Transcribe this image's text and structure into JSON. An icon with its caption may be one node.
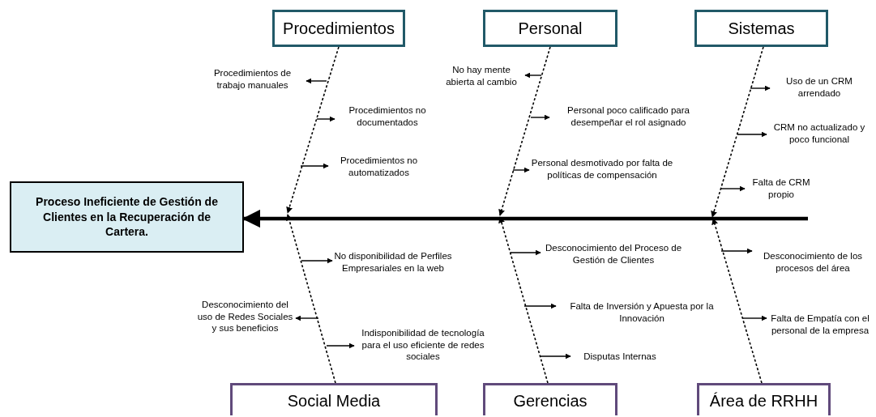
{
  "diagram": {
    "nodes": [
      {
        "text": [
          "Proceso Ineficiente de Gestión de Clientes en la Recuperación de Cartera."
        ]
      },
      {
        "text": [
          "Procedimientos"
        ]
      },
      {
        "text": [
          "Personal"
        ]
      },
      {
        "text": [
          "Sistemas"
        ]
      },
      {
        "text": [
          "Social Media"
        ]
      },
      {
        "text": [
          "Gerencias"
        ]
      },
      {
        "text": [
          "Área de RRHH"
        ]
      },
      {
        "text": [
          "Procedimientos de trabajo manuales"
        ]
      },
      {
        "text": [
          "Procedimientos no documentados"
        ]
      },
      {
        "text": [
          "Procedimientos no automatizados"
        ]
      },
      {
        "text": [
          "No hay mente abierta al cambio"
        ]
      },
      {
        "text": [
          "Personal poco calificado para desempeñar el rol asignado"
        ]
      },
      {
        "text": [
          "Personal desmotivado por falta de políticas de compensación"
        ]
      },
      {
        "text": [
          "Uso de un CRM arrendado"
        ]
      },
      {
        "text": [
          "CRM no actualizado y poco funcional"
        ]
      },
      {
        "text": [
          "Falta de CRM propio"
        ]
      },
      {
        "text": [
          "No disponibilidad de Perfiles Empresariales en la web"
        ]
      },
      {
        "text": [
          "Desconocimiento del uso de Redes Sociales y sus beneficios"
        ]
      },
      {
        "text": [
          "Indisponibilidad de tecnología para el uso eficiente de redes sociales"
        ]
      },
      {
        "text": [
          "Desconocimiento del Proceso de Gestión de Clientes"
        ]
      },
      {
        "text": [
          "Falta de Inversión y Apuesta por la Innovación"
        ]
      },
      {
        "text": [
          "Disputas Internas"
        ]
      },
      {
        "text": [
          "Desconocimiento de los procesos del área"
        ]
      },
      {
        "text": [
          "Falta de Empatía con el personal de la empresa"
        ]
      }
    ],
    "edges": [
      {
        "from": null,
        "to": 0,
        "arrow": "to",
        "style": "thick"
      },
      {
        "from": 1,
        "to": null,
        "arrow": "to",
        "style": "dashed"
      },
      {
        "from": 2,
        "to": null,
        "arrow": "to",
        "style": "dashed"
      },
      {
        "from": 3,
        "to": null,
        "arrow": "to",
        "style": "dashed"
      },
      {
        "from": 4,
        "to": null,
        "arrow": "to",
        "style": "dashed"
      },
      {
        "from": 5,
        "to": null,
        "arrow": "to",
        "style": "dashed"
      },
      {
        "from": 6,
        "to": null,
        "arrow": "to",
        "style": "dashed"
      },
      {
        "from": null,
        "to": 7,
        "arrow": "to"
      },
      {
        "from": null,
        "to": 8,
        "arrow": "to"
      },
      {
        "from": null,
        "to": 9,
        "arrow": "to"
      },
      {
        "from": null,
        "to": 10,
        "arrow": "to"
      },
      {
        "from": null,
        "to": 11,
        "arrow": "to"
      },
      {
        "from": null,
        "to": 12,
        "arrow": "to"
      },
      {
        "from": null,
        "to": 13,
        "arrow": "to"
      },
      {
        "from": null,
        "to": 14,
        "arrow": "to"
      },
      {
        "from": null,
        "to": 15,
        "arrow": "to"
      },
      {
        "from": null,
        "to": 16,
        "arrow": "to"
      },
      {
        "from": null,
        "to": 17,
        "arrow": "to"
      },
      {
        "from": null,
        "to": 18,
        "arrow": "to"
      },
      {
        "from": null,
        "to": 19,
        "arrow": "to"
      },
      {
        "from": null,
        "to": 20,
        "arrow": "to"
      },
      {
        "from": null,
        "to": 21,
        "arrow": "to"
      },
      {
        "from": null,
        "to": 22,
        "arrow": "to"
      },
      {
        "from": null,
        "to": 23,
        "arrow": "to"
      }
    ]
  }
}
